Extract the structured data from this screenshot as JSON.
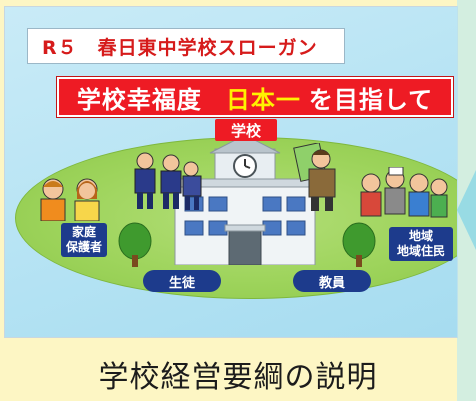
{
  "slide": {
    "slogan_title": "R５　春日東中学校スローガン",
    "banner_part1": "学校幸福度",
    "banner_highlight": "日本一",
    "banner_part2": "を目指して",
    "school_label": "学校",
    "left_group_line1": "家庭",
    "left_group_line2": "保護者",
    "right_group_line1": "地域",
    "right_group_line2": "地域住民",
    "students_label": "生徒",
    "teachers_label": "教員"
  },
  "caption": "学校経営要綱の説明",
  "colors": {
    "accent_red": "#ee1b24",
    "highlight_yellow": "#fff200",
    "navy_label": "#1d3b8c",
    "ellipse_green": "#9ed45c",
    "slide_bg": "#b3e2f3",
    "page_bg": "#fdf6c4"
  },
  "icons": [
    "school-building-icon",
    "clock-icon",
    "students-icon",
    "teacher-icon",
    "family-icon",
    "community-icon",
    "tree-icon"
  ]
}
